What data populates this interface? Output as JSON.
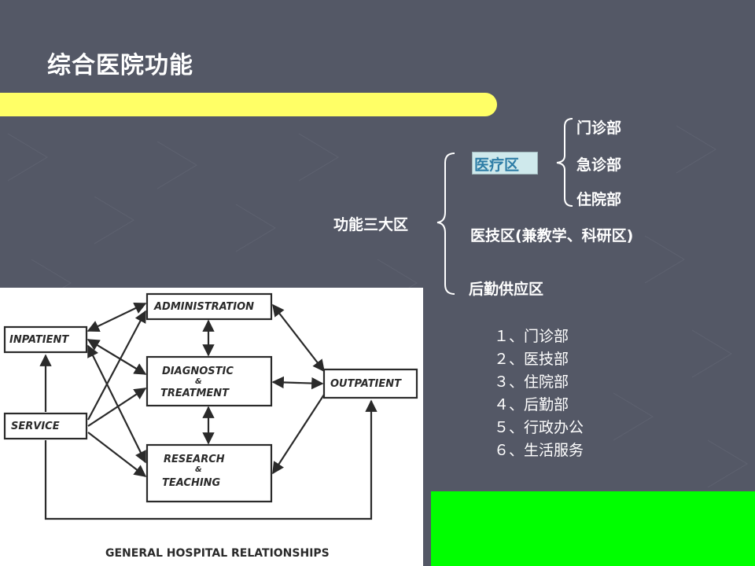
{
  "title": "综合医院功能",
  "colors": {
    "background": "#545866",
    "accent_bar": "#ffff66",
    "highlight_box": "#cfe9ec",
    "highlight_text": "#2e7da6",
    "green_block": "#00ff00"
  },
  "tree": {
    "root": "功能三大区",
    "medical_zone": "医疗区",
    "medical_children": [
      "门诊部",
      "急诊部",
      "住院部"
    ],
    "tech_zone": "医技区(兼教学、科研区)",
    "logistics_zone": "后勤供应区"
  },
  "departments": [
    "１、门诊部",
    "２、医技部",
    "３、住院部",
    "４、后勤部",
    "５、行政办公",
    "６、生活服务"
  ],
  "diagram": {
    "nodes": {
      "administration": "ADMINISTRATION",
      "inpatient": "INPATIENT",
      "diagnostic": "DIAGNOSTIC",
      "diagnostic_amp": "&",
      "treatment": "TREATMENT",
      "outpatient": "OUTPATIENT",
      "service": "SERVICE",
      "research": "RESEARCH",
      "research_amp": "&",
      "teaching": "TEACHING"
    },
    "caption": "GENERAL HOSPITAL RELATIONSHIPS"
  }
}
